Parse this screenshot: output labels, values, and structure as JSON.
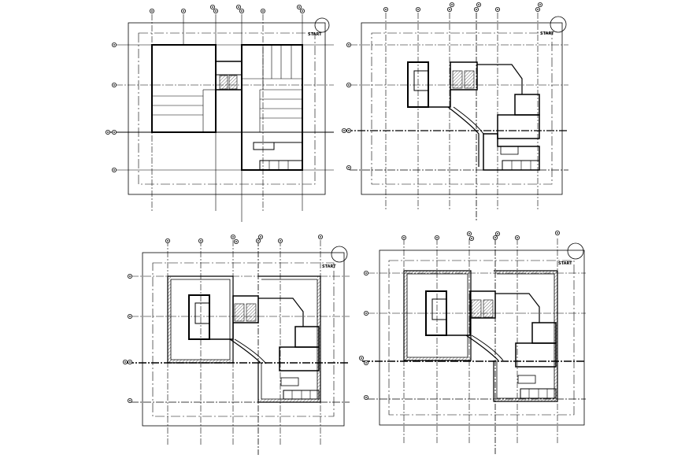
{
  "drawing": {
    "title": "",
    "north_label": "START",
    "line_color": "#000000",
    "background_color": "#ffffff",
    "panels": [
      {
        "name": "plan-top-left"
      },
      {
        "name": "plan-top-right"
      },
      {
        "name": "plan-bottom-left"
      },
      {
        "name": "plan-bottom-right"
      }
    ]
  }
}
